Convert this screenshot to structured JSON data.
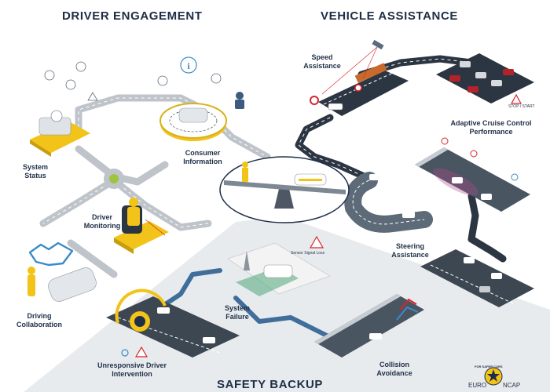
{
  "titles": {
    "driver_engagement": "DRIVER ENGAGEMENT",
    "vehicle_assistance": "VEHICLE ASSISTANCE",
    "safety_backup": "SAFETY BACKUP"
  },
  "labels": {
    "speed_assistance": [
      "Speed",
      "Assistance"
    ],
    "adaptive_cruise": [
      "Adaptive Cruise Control",
      "Performance"
    ],
    "steering_assistance": [
      "Steering",
      "Assistance"
    ],
    "system_status": [
      "System",
      "Status"
    ],
    "consumer_information": [
      "Consumer",
      "Information"
    ],
    "driver_monitoring": [
      "Driver",
      "Monitoring"
    ],
    "driving_collaboration": [
      "Driving",
      "Collaboration"
    ],
    "system_failure": [
      "System",
      "Failure"
    ],
    "collision_avoidance": [
      "Collision",
      "Avoidance"
    ],
    "unresponsive_driver": [
      "Unresponsive Driver",
      "Intervention"
    ]
  },
  "small_text": {
    "sensor_signal_loss": "Sensor Signal Loss",
    "stop_start": "STOP / START"
  },
  "logo": {
    "left": "EURO",
    "right": "NCAP",
    "arc": "FOR SAFER CARS"
  },
  "colors": {
    "navy": "#1f2f47",
    "road": "#3a4350",
    "blue_accent": "#3a8bc9",
    "yellow": "#f2c318",
    "red": "#d8252d",
    "bottom_gray": "#e9ecef"
  }
}
